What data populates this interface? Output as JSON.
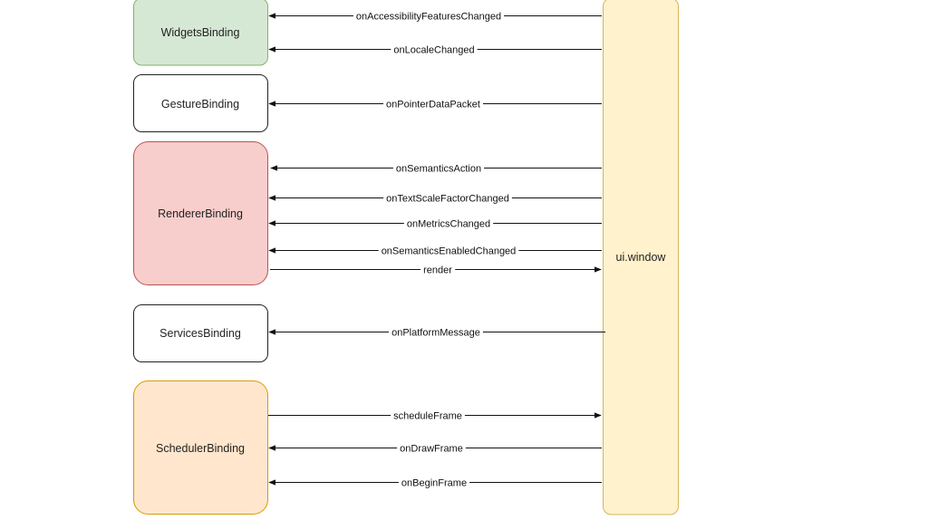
{
  "colors": {
    "white_fill": "#ffffff",
    "white_stroke": "#222222",
    "green_fill": "#d5e8d4",
    "green_stroke": "#82b366",
    "red_fill": "#f8cecc",
    "red_stroke": "#b85450",
    "orange_fill": "#ffe6cc",
    "orange_stroke": "#d79b00",
    "yellow_fill": "#fff2cc",
    "yellow_stroke": "#d6b656",
    "edge": "#111111"
  },
  "nodes": {
    "widgets": {
      "label": "WidgetsBinding"
    },
    "gesture": {
      "label": "GestureBinding"
    },
    "renderer": {
      "label": "RendererBinding"
    },
    "services": {
      "label": "ServicesBinding"
    },
    "scheduler": {
      "label": "SchedulerBinding"
    },
    "window": {
      "label": "ui.window"
    }
  },
  "edges": [
    {
      "label": "onAccessibilityFeaturesChanged",
      "direction": "to-left"
    },
    {
      "label": "onLocaleChanged",
      "direction": "to-left"
    },
    {
      "label": "onPointerDataPacket",
      "direction": "to-left"
    },
    {
      "label": "onSemanticsAction",
      "direction": "to-left"
    },
    {
      "label": "onTextScaleFactorChanged",
      "direction": "to-left"
    },
    {
      "label": "onMetricsChanged",
      "direction": "to-left"
    },
    {
      "label": "onSemanticsEnabledChanged",
      "direction": "to-left"
    },
    {
      "label": "render",
      "direction": "to-right"
    },
    {
      "label": "onPlatformMessage",
      "direction": "to-left"
    },
    {
      "label": "scheduleFrame",
      "direction": "to-right"
    },
    {
      "label": "onDrawFrame",
      "direction": "to-left"
    },
    {
      "label": "onBeginFrame",
      "direction": "to-left"
    }
  ]
}
